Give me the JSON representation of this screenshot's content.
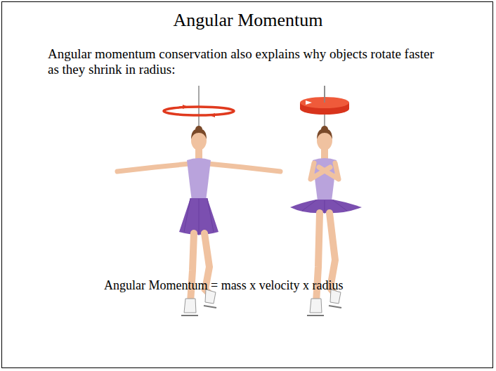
{
  "diagram": {
    "title": "Angular Momentum",
    "labels": [
      "Angular momentum conservation also explains why objects rotate faster as they shrink in radius:",
      "Angular Momentum = mass x velocity x radius"
    ]
  }
}
